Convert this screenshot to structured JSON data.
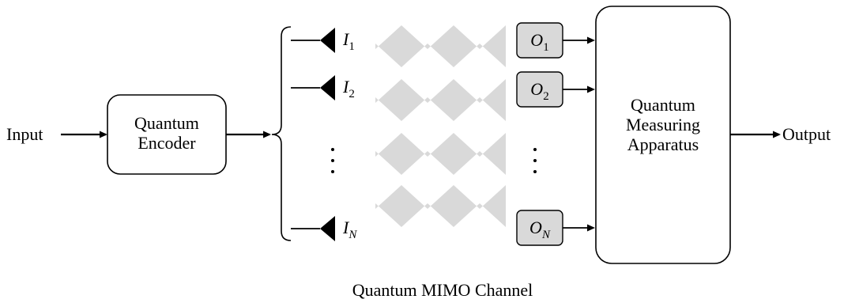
{
  "input_label": "Input",
  "encoder": {
    "line1": "Quantum",
    "line2": "Encoder"
  },
  "inputs": [
    {
      "letter": "I",
      "sub": "1"
    },
    {
      "letter": "I",
      "sub": "2"
    },
    {
      "letter": "I",
      "sub": "N"
    }
  ],
  "outputs": [
    {
      "letter": "O",
      "sub": "1"
    },
    {
      "letter": "O",
      "sub": "2"
    },
    {
      "letter": "O",
      "sub": "N"
    }
  ],
  "measuring": {
    "line1": "Quantum",
    "line2": "Measuring",
    "line3": "Apparatus"
  },
  "output_label": "Output",
  "channel_label": "Quantum MIMO Channel",
  "colors": {
    "zigzag": "#d9d9d9",
    "output_box": "#d9d9d9",
    "stroke": "#000000"
  }
}
